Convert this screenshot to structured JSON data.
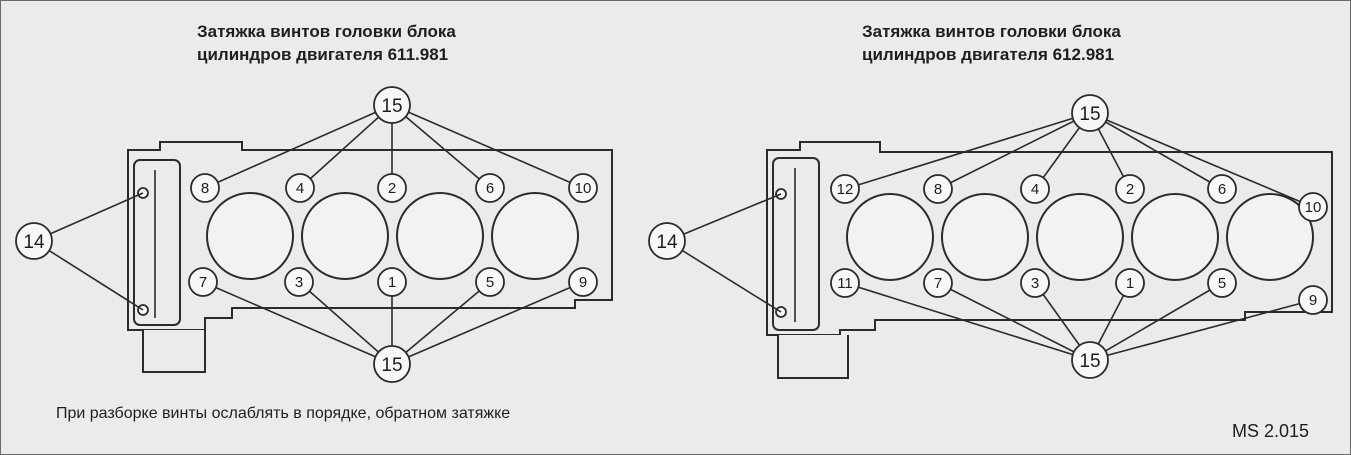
{
  "diagram_left": {
    "title_line1": "Затяжка винтов головки блока",
    "title_line2": "цилиндров двигателя 611.981",
    "top_bolts": [
      "8",
      "4",
      "2",
      "6",
      "10"
    ],
    "bottom_bolts": [
      "7",
      "3",
      "1",
      "5",
      "9"
    ],
    "torque_top": "15",
    "torque_bottom": "15",
    "torque_side": "14"
  },
  "diagram_right": {
    "title_line1": "Затяжка винтов головки блока",
    "title_line2": "цилиндров двигателя 612.981",
    "top_bolts": [
      "12",
      "8",
      "4",
      "2",
      "6",
      "10"
    ],
    "bottom_bolts": [
      "11",
      "7",
      "3",
      "1",
      "5",
      "9"
    ],
    "torque_top": "15",
    "torque_bottom": "15",
    "torque_side": "14"
  },
  "note": "При разборке винты ослаблять в порядке, обратном затяжке",
  "figure_code": "MS 2.015"
}
